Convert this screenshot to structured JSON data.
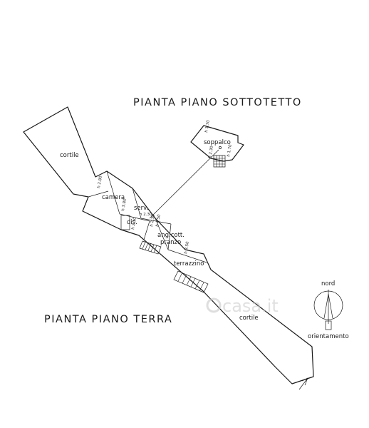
{
  "titles": {
    "attic": "PIANTA PIANO SOTTOTETTO",
    "ground": "PIANTA PIANO TERRA"
  },
  "rooms": {
    "soppalco": "soppalco",
    "cortile_top": "cortile",
    "camera": "camera",
    "serv": "serv.",
    "dis": "dis.",
    "ang_cott": "ang.cott.",
    "pranzo": "pranzo",
    "terrazzino": "terrazzino",
    "cortile_bottom": "cortile"
  },
  "heights": {
    "soppalco_left": "h 1.70",
    "soppalco_right": "h 1.70",
    "soppalco_mid": "h 2.30",
    "camera": "h 2.80",
    "camera_side": "h 3.80",
    "serv": "h 2.30",
    "dis": "h 2.30",
    "ang_cott_1": "h 2.30",
    "ang_cott_2": "h 4.50",
    "pranzo_side": "h 3.50"
  },
  "compass": {
    "north_label": "nord",
    "caption": "orientamento"
  },
  "watermark": "casa.it"
}
